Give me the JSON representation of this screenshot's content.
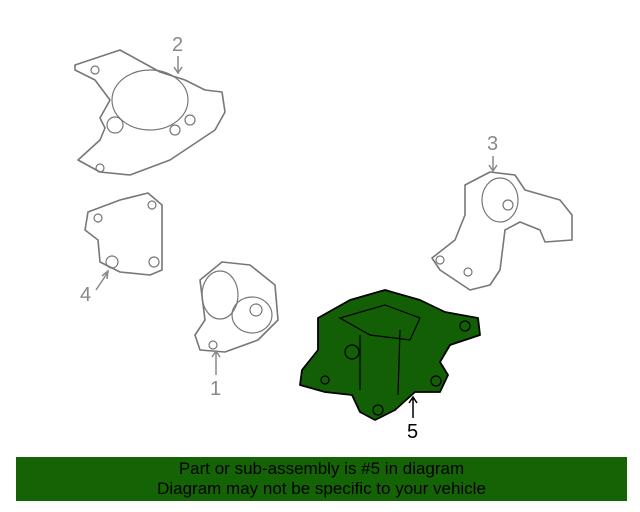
{
  "diagram": {
    "callouts": {
      "c1": "1",
      "c2": "2",
      "c3": "3",
      "c4": "4",
      "c5": "5"
    },
    "highlight_color": "#135f05",
    "selected_part": "5"
  },
  "banner": {
    "line1": "Part or sub-assembly is #5 in diagram",
    "line2": "Diagram may not be specific to your vehicle",
    "color": "#146405"
  }
}
